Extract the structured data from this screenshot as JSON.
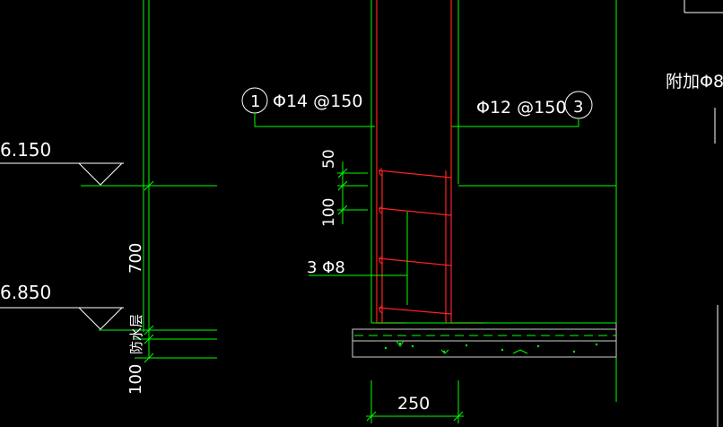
{
  "drawing": {
    "elevations": [
      "6.150",
      "6.850"
    ],
    "rebar_labels": {
      "left_circle": "1",
      "left_text": "Φ14 @150",
      "right_circle": "3",
      "right_text": "Φ12 @150",
      "stirrup_text": "3 Φ8",
      "additional_text": "附加Φ8 @"
    },
    "dimensions": {
      "d50": "50",
      "d100_upper": "100",
      "d700": "700",
      "d100_lower": "100",
      "d250": "250"
    },
    "layer_note": "防水层"
  },
  "colors": {
    "background": "#000000",
    "lines": "#00ff00",
    "rebar": "#ff2020",
    "text": "#ffffff"
  }
}
